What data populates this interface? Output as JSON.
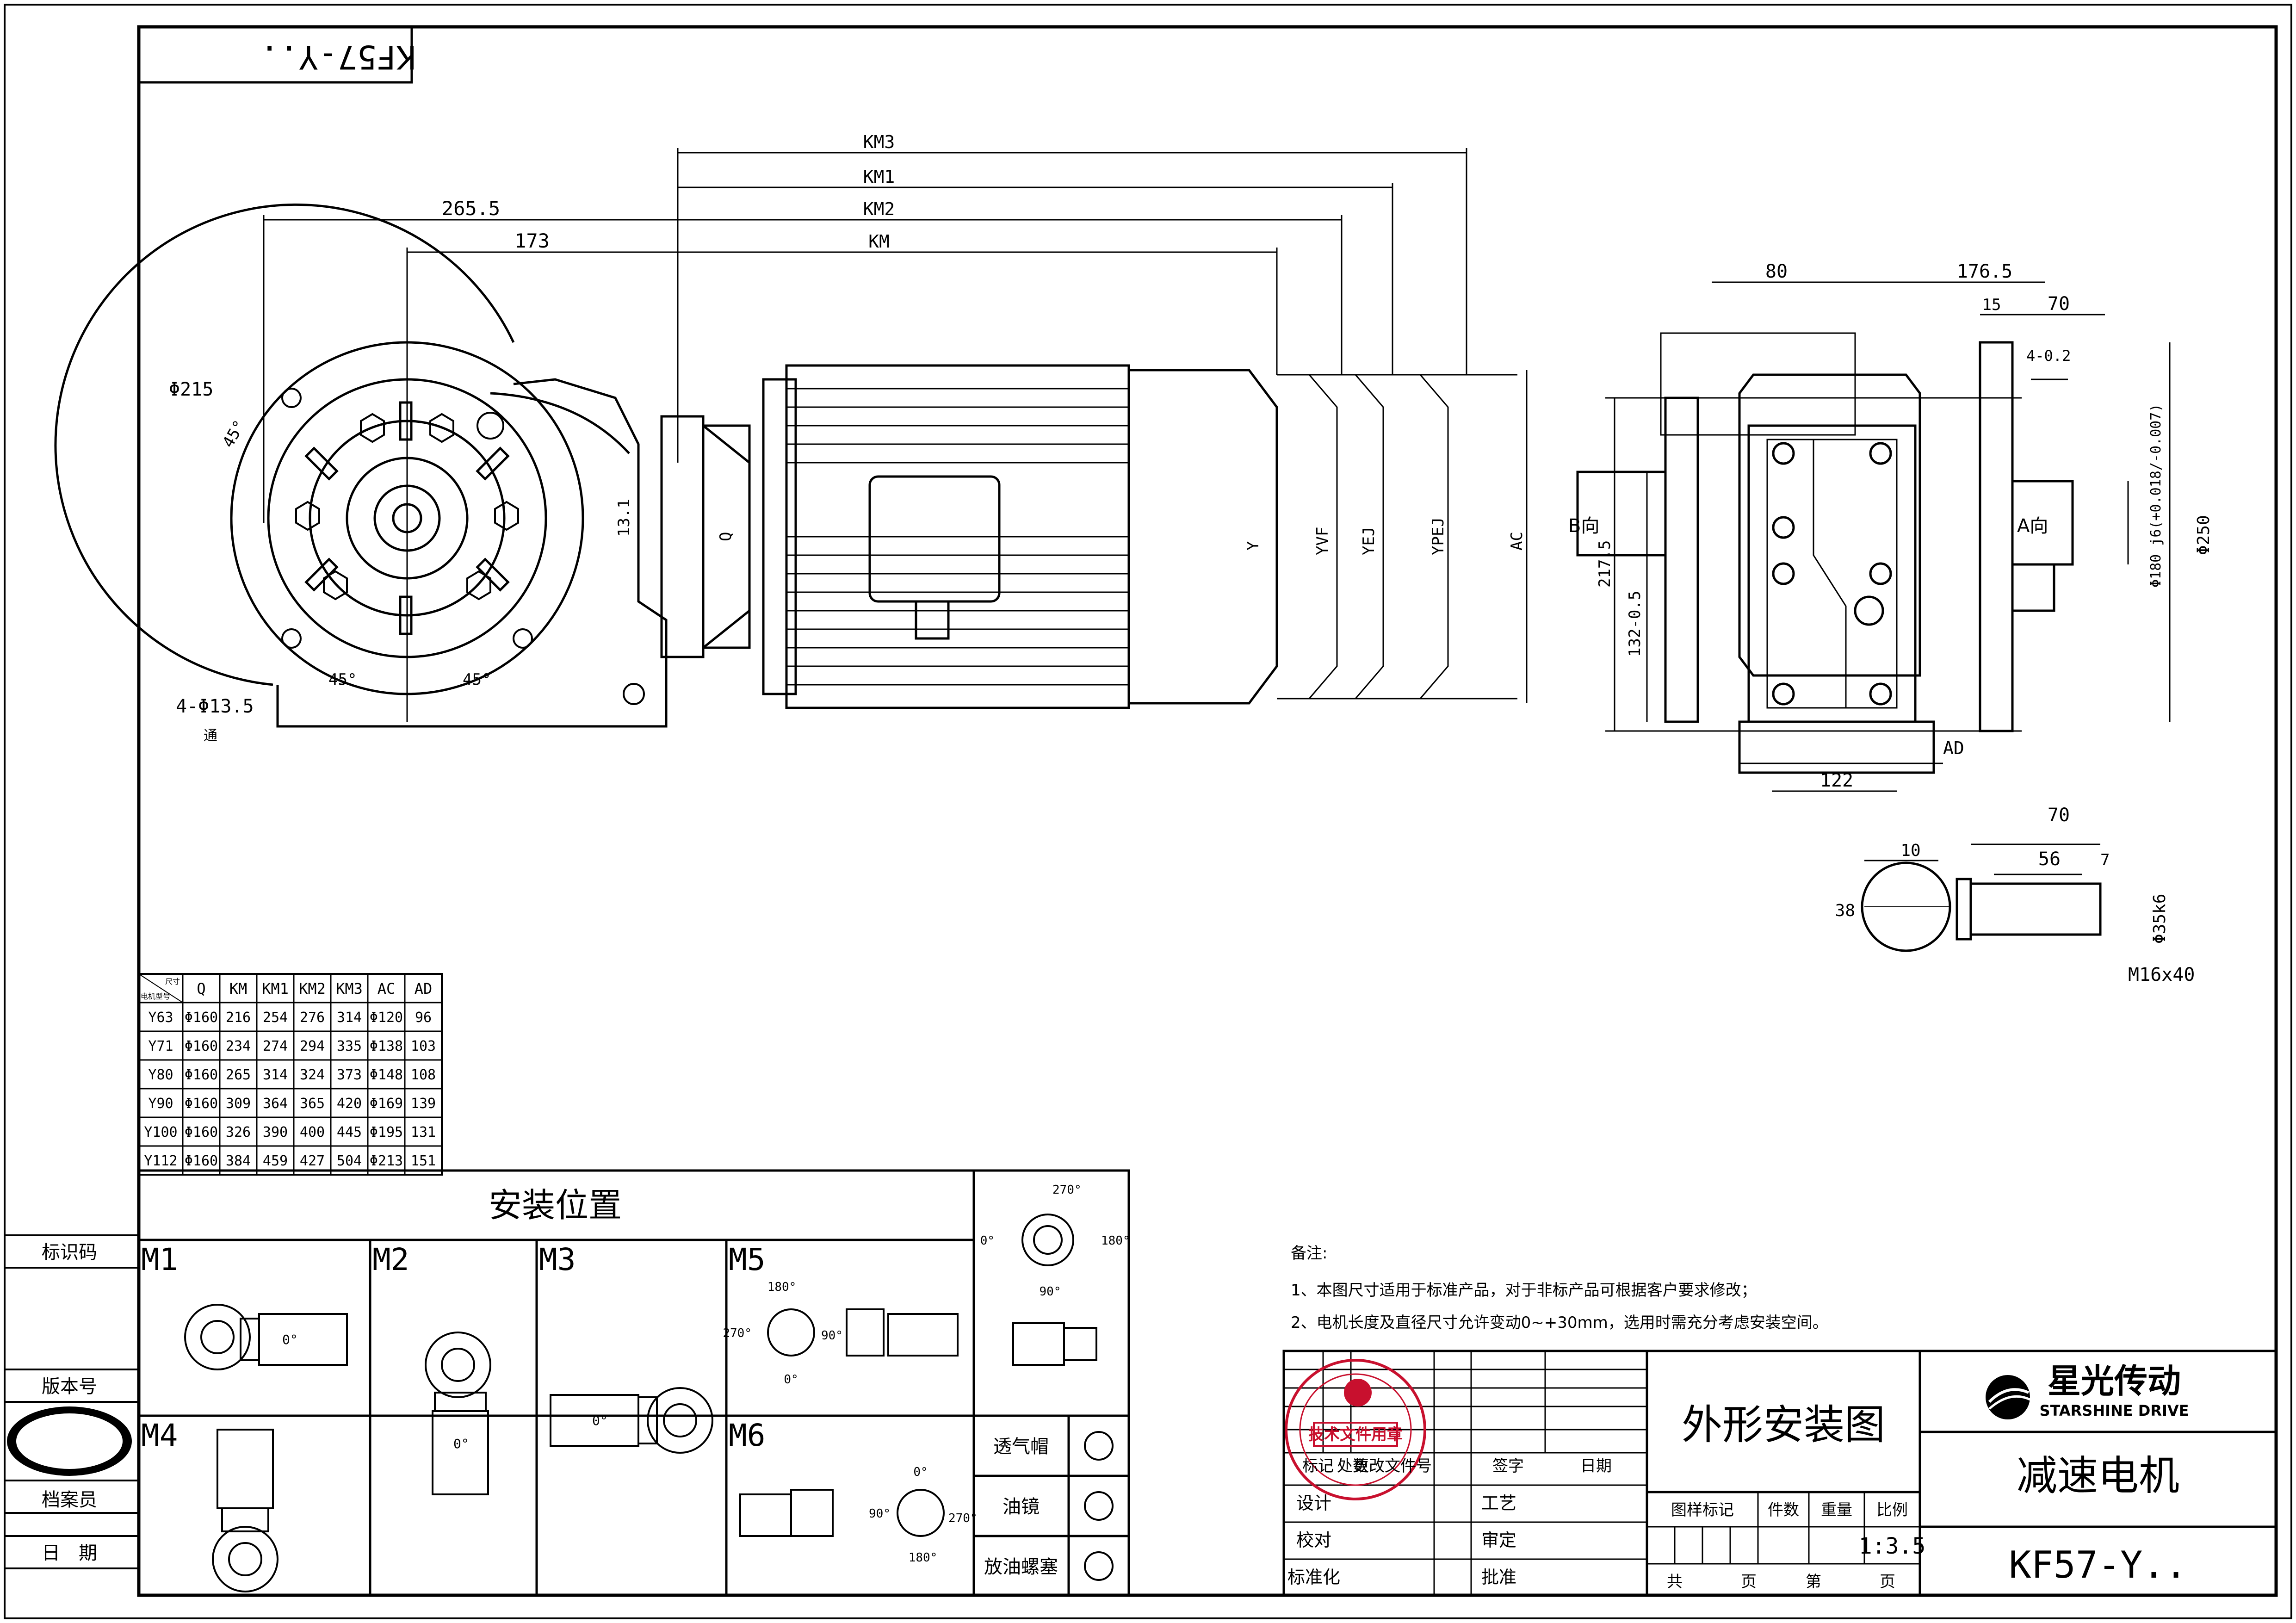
{
  "drawing": {
    "code_mirrored": "KF57-Y..",
    "dims_side": {
      "d265_5": "265.5",
      "d173": "173",
      "km3": "KM3",
      "km1": "KM1",
      "km2": "KM2",
      "km": "KM",
      "phi215": "Φ215",
      "ang45a": "45°",
      "ang45b": "45°",
      "ang45c": "45°",
      "bolt": "4-Φ13.5",
      "thru": "通",
      "d13_1": "13.1",
      "q": "Q",
      "y": "Y",
      "yvf": "YVF",
      "yej": "YEJ",
      "ypej": "YPEJ",
      "ac": "AC"
    },
    "dims_end": {
      "d80": "80",
      "d176_5": "176.5",
      "d15": "15",
      "d70": "70",
      "d4_0_2": "4-0.2",
      "b_dir": "B向",
      "a_dir": "A向",
      "d217_5": "217.5",
      "d132": "132-0.5",
      "fit180": "Φ180 j6(+0.018/-0.007)",
      "phi250": "Φ250",
      "ad": "AD",
      "d122": "122"
    },
    "dims_shaft": {
      "d10": "10",
      "d38": "38",
      "d70": "70",
      "d56": "56",
      "d7": "7",
      "phi35": "Φ35k6",
      "m16": "M16x40"
    }
  },
  "size_table": {
    "corner_top": "尺寸",
    "corner_bottom": "电机型号",
    "headers": [
      "Q",
      "KM",
      "KM1",
      "KM2",
      "KM3",
      "AC",
      "AD"
    ],
    "rows": [
      {
        "model": "Y63",
        "cells": [
          "Φ160",
          "216",
          "254",
          "276",
          "314",
          "Φ120",
          "96"
        ]
      },
      {
        "model": "Y71",
        "cells": [
          "Φ160",
          "234",
          "274",
          "294",
          "335",
          "Φ138",
          "103"
        ]
      },
      {
        "model": "Y80",
        "cells": [
          "Φ160",
          "265",
          "314",
          "324",
          "373",
          "Φ148",
          "108"
        ]
      },
      {
        "model": "Y90",
        "cells": [
          "Φ160",
          "309",
          "364",
          "365",
          "420",
          "Φ169",
          "139"
        ]
      },
      {
        "model": "Y100",
        "cells": [
          "Φ160",
          "326",
          "390",
          "400",
          "445",
          "Φ195",
          "131"
        ]
      },
      {
        "model": "Y112",
        "cells": [
          "Φ160",
          "384",
          "459",
          "427",
          "504",
          "Φ213",
          "151"
        ]
      }
    ]
  },
  "mounting": {
    "title": "安装位置",
    "positions": [
      "M1",
      "M2",
      "M3",
      "M5",
      "M4",
      "M6"
    ],
    "angles": {
      "a0": "0°",
      "a90": "90°",
      "a180": "180°",
      "a270": "270°",
      "view_deg": "0°"
    },
    "legend": [
      {
        "label": "透气帽"
      },
      {
        "label": "油镜"
      },
      {
        "label": "放油螺塞"
      }
    ],
    "orientation_key": {
      "top": "270°",
      "left": "0°",
      "right": "180°",
      "bottom": "90°"
    }
  },
  "left_strip": [
    "标识码",
    "版本号",
    "档案员",
    "日　期"
  ],
  "notes": {
    "title": "备注:",
    "lines": [
      "1、本图尺寸适用于标准产品，对于非标产品可根据客户要求修改；",
      "2、电机长度及直径尺寸允许变动0~+30mm，选用时需充分考虑安装空间。"
    ]
  },
  "title_block": {
    "drawing_name": "外形安装图",
    "product": "减速电机",
    "code": "KF57-Y..",
    "company_cn": "星光传动",
    "company_en": "STARSHINE DRIVE",
    "stamp_text": "技术文件用章",
    "header_row": [
      "标记",
      "处数",
      "更改文件号",
      "签字",
      "日期"
    ],
    "left_rows": [
      "设计",
      "校对",
      "标准化"
    ],
    "mid_rows": [
      "工艺",
      "审定",
      "批准"
    ],
    "attrs": [
      "图样标记",
      "件数",
      "重量",
      "比例"
    ],
    "scale": "1:3.5",
    "sheet": [
      "共",
      "页",
      "第",
      "页"
    ]
  },
  "colors": {
    "line": "#000000",
    "stamp": "#c8102e",
    "bg": "#ffffff"
  }
}
